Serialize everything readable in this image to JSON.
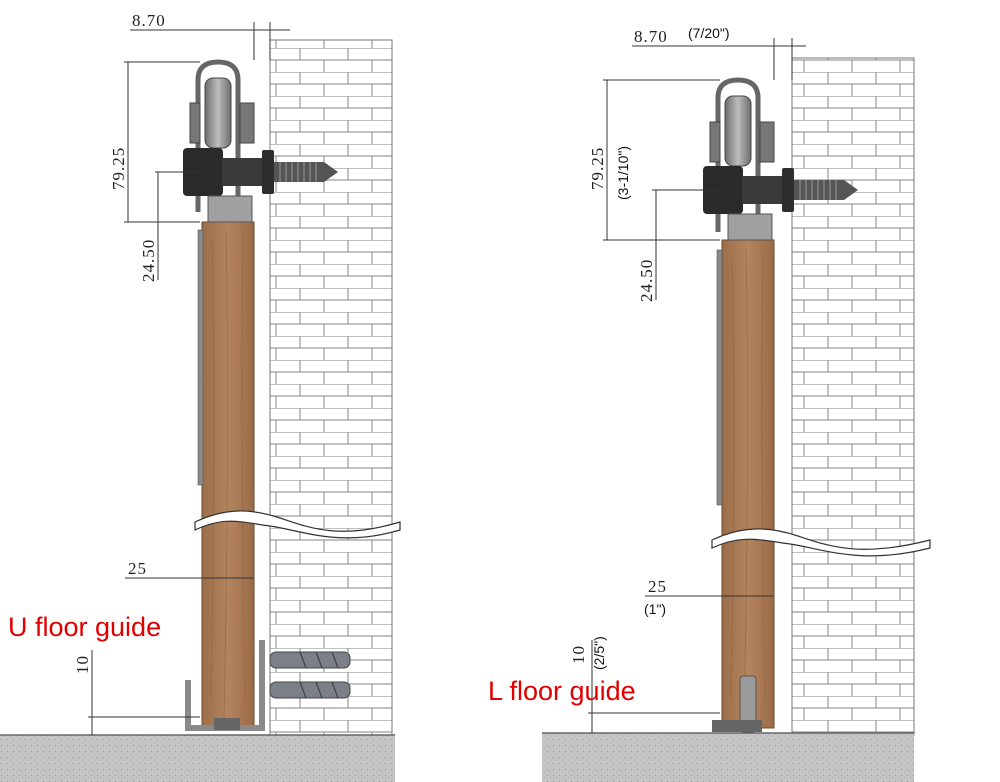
{
  "left": {
    "dim_offset": "8.70",
    "dim_height": "79.25",
    "dim_drop": "24.50",
    "dim_thickness": "25",
    "dim_clearance": "10",
    "guide_label": "U floor guide"
  },
  "right": {
    "dim_offset": "8.70",
    "dim_offset_in": "(7/20\")",
    "dim_height": "79.25",
    "dim_height_in": "(3-1/10\")",
    "dim_drop": "24.50",
    "dim_thickness": "25",
    "dim_thickness_in": "(1\")",
    "dim_clearance": "10",
    "dim_clearance_in": "(2/5\")",
    "guide_label": "L floor guide"
  },
  "colors": {
    "wood": "#a87a55",
    "brick_line": "#9a9a9a",
    "floor": "#bdbdbd",
    "hardware": "#5a5a5a",
    "label_red": "#e00000"
  }
}
